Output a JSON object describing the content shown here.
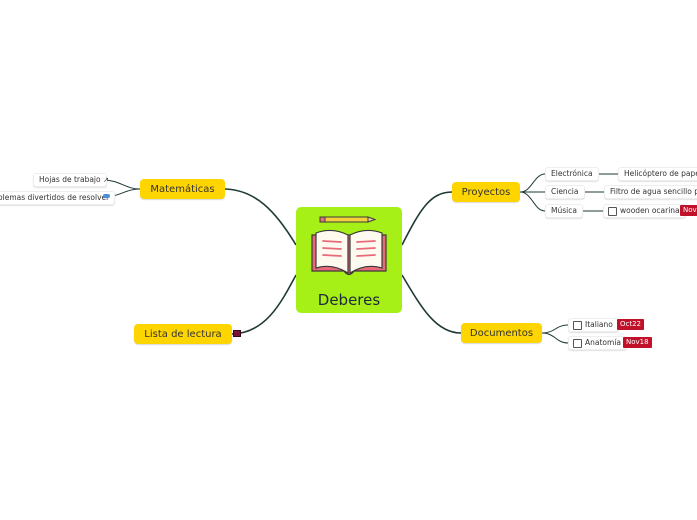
{
  "central": {
    "label": "Deberes",
    "icon": "open-book-with-pencil-icon"
  },
  "topics": {
    "matematicas": {
      "label": "Matemáticas",
      "children": [
        {
          "label": "Hojas de trabajo",
          "icon": "external-link-icon"
        },
        {
          "label": "Problemas divertidos de resolver",
          "icon": "attachment-icon"
        }
      ]
    },
    "lista": {
      "label": "Lista de lectura",
      "icon": "book-icon"
    },
    "proyectos": {
      "label": "Proyectos",
      "children": [
        {
          "label": "Electrónica",
          "child": {
            "label": "Helicóptero de papel"
          }
        },
        {
          "label": "Ciencia",
          "child": {
            "label": "Filtro de agua sencillo pa"
          }
        },
        {
          "label": "Música",
          "child": {
            "label": "wooden ocarina",
            "checkbox": true,
            "badge": "Nov"
          }
        }
      ]
    },
    "documentos": {
      "label": "Documentos",
      "children": [
        {
          "label": "Italiano",
          "checkbox": true,
          "badge": "Oct22"
        },
        {
          "label": "Anatomía",
          "checkbox": true,
          "badge": "Nov18"
        }
      ]
    }
  },
  "colors": {
    "central_fill": "#a6ef17",
    "topic_fill": "#ffd500",
    "branch_line": "#1e3b34",
    "badge_fill": "#c0102a"
  }
}
